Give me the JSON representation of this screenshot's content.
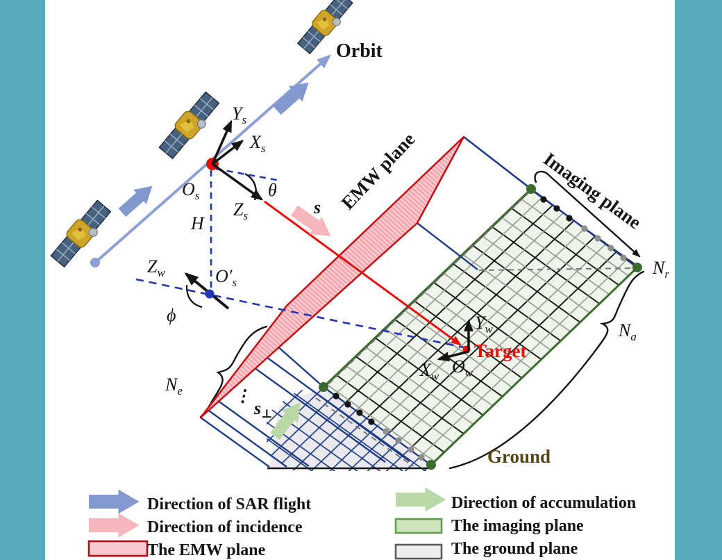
{
  "colors": {
    "sidebar": "#58abbc",
    "orbit_blue": "#8CA0D6",
    "flight_arrow_blue": "#8298cf",
    "incidence_pink": "#f5b6bc",
    "emw_fill": "#f8c9ce",
    "emw_edge": "#c40d14",
    "red_line": "#e8100c",
    "navy": "#1e3c84",
    "dash_blue": "#2335b2",
    "green_dark": "#3c6b2e",
    "imaging_fill": "#eef4e9",
    "ground_fill": "#e9e9ee",
    "accumulation_green": "#b9d8a6",
    "imaging_swatch_fill": "#cfe3bd",
    "imaging_swatch_border": "#5f9e4a",
    "ground_swatch_fill": "#ededed",
    "ground_swatch_border": "#5a5a5a",
    "ground_text": "#544516"
  },
  "labels": {
    "orbit": "Orbit",
    "emw_plane": "EMW plane",
    "imaging_plane": "Imaging plane",
    "target": "Target",
    "ground": "Ground",
    "vdots": "⋮"
  },
  "math": {
    "ys": {
      "main": "Y",
      "sub": "s"
    },
    "xs": {
      "main": "X",
      "sub": "s"
    },
    "zs": {
      "main": "Z",
      "sub": "s"
    },
    "os": {
      "main": "O",
      "sub": "s"
    },
    "os_prime": {
      "main": "O′",
      "sub": "s"
    },
    "zw": {
      "main": "Z",
      "sub": "w"
    },
    "yw": {
      "main": "Y",
      "sub": "w"
    },
    "xw": {
      "main": "X",
      "sub": "w"
    },
    "ow": {
      "main": "O",
      "sub": "w"
    },
    "h": "H",
    "theta": "θ",
    "phi": "ϕ",
    "s": "s",
    "s_perp": {
      "main": "s",
      "sub": "⊥"
    },
    "ne": {
      "main": "N",
      "sub": "e"
    },
    "na": {
      "main": "N",
      "sub": "a"
    },
    "nr": {
      "main": "N",
      "sub": "r"
    }
  },
  "legend": {
    "left": [
      {
        "swatch": "arrow-blue",
        "label": "Direction of SAR flight"
      },
      {
        "swatch": "arrow-pink",
        "label": "Direction of incidence"
      },
      {
        "swatch": "box-emw",
        "label": "The EMW plane"
      }
    ],
    "right": [
      {
        "swatch": "arrow-green",
        "label": "Direction of accumulation"
      },
      {
        "swatch": "box-imaging",
        "label": "The imaging plane"
      },
      {
        "swatch": "box-ground",
        "label": "The ground plane"
      }
    ]
  }
}
